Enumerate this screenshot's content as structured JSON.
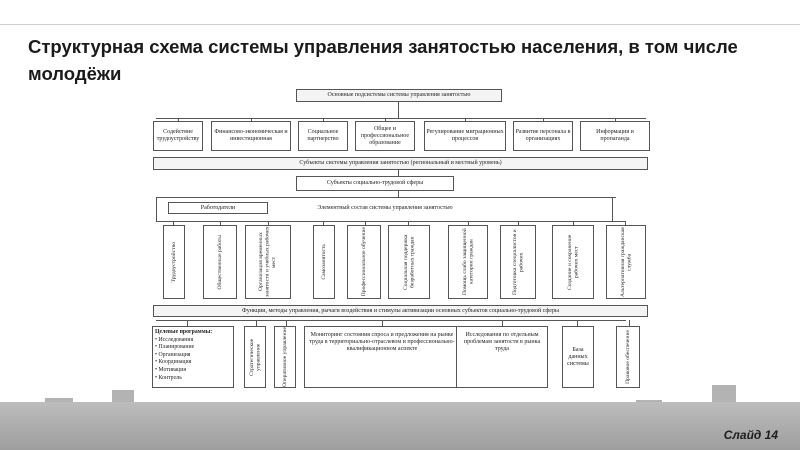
{
  "slide": {
    "title": "Структурная схема системы управления занятостью населения, в том числе молодёжи",
    "slide_number": "Слайд 14"
  },
  "diagram": {
    "top_header": "Основные подсистемы системы управления занятостью",
    "subsystems": [
      "Содействие трудоустройству",
      "Финансово-экономическая и инвестиционная",
      "Социальное партнерство",
      "Общее и профессиональное образование",
      "Регулирование миграционных процессов",
      "Развитие персонала в организациях",
      "Информация и пропаганда"
    ],
    "subjects_band": "Субъекты системы управления занятостью (региональный и местный уровень)",
    "social_labor_subjects": "Субъекты социально-трудовой сферы",
    "employers": "Работодатели",
    "elements_header": "Элементный состав системы управления занятостью",
    "elements": [
      "Трудоустройство",
      "Общественные работы",
      "Организация временных занятости и учебных рабочих мест",
      "Самозанятость",
      "Профессиональное обучение",
      "Социальная поддержка безработных граждан",
      "Помощь слабо защищенной категории граждан",
      "Подготовка специалистов и рабочих",
      "Создание и сохранение рабочих мест",
      "Альтернативная гражданская служба"
    ],
    "functions_band": "Функции, методы управления, рычаги воздействия и стимулы активизации основных субъектов социально-трудовой сферы",
    "goals_title": "Целевые программы:",
    "goals_items": [
      "Исследования",
      "Планирование",
      "Организация",
      "Координация",
      "Мотивация",
      "Контроль"
    ],
    "strategic": "Стратегическое управление",
    "operative": "Оперативное управление",
    "monitoring": "Мониторинг состояния спроса и предложения на рынке труда в территориально-отраслевом и профессионально-квалификационном аспекте",
    "research": "Исследования по отдельным проблемам занятости в рынка труда",
    "database": "База данных системы",
    "legal": "Правовое обеспечение"
  }
}
